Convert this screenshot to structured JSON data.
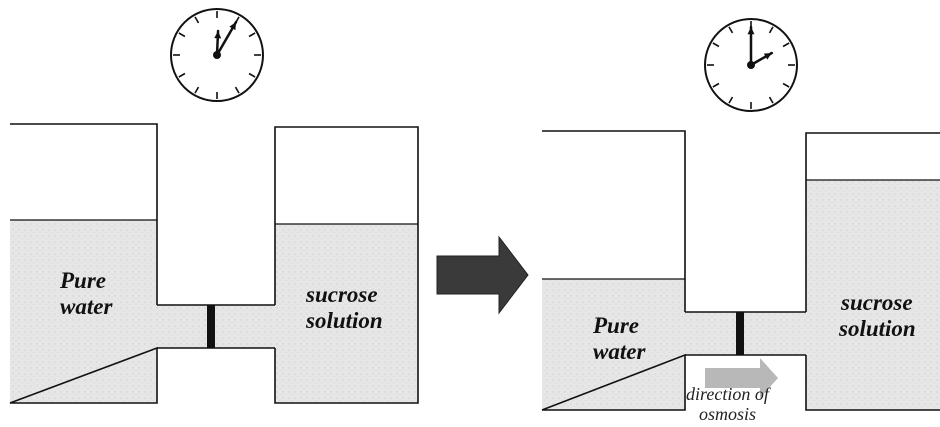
{
  "panels": {
    "before": {
      "left_label_line1": "Pure",
      "left_label_line2": "water",
      "right_label_line1": "sucrose",
      "right_label_line2": "solution"
    },
    "after": {
      "left_label_line1": "Pure",
      "left_label_line2": "water",
      "right_label_line1": "sucrose",
      "right_label_line2": "solution",
      "osmosis_line1": "direction of",
      "osmosis_line2": "osmosis"
    }
  },
  "clocks": {
    "before": {
      "hour": 12,
      "minute": 5
    },
    "after": {
      "hour": 2,
      "minute": 0
    }
  },
  "colors": {
    "liquid": "#e4e4e4",
    "outline": "#111111",
    "arrow": "#3a3a3a",
    "osmosis_arrow": "#b8b8b8",
    "membrane": "#111111"
  },
  "icons": {
    "clock": "clock-icon",
    "transition_arrow": "right-arrow-icon",
    "osmosis_arrow": "right-arrow-icon"
  }
}
